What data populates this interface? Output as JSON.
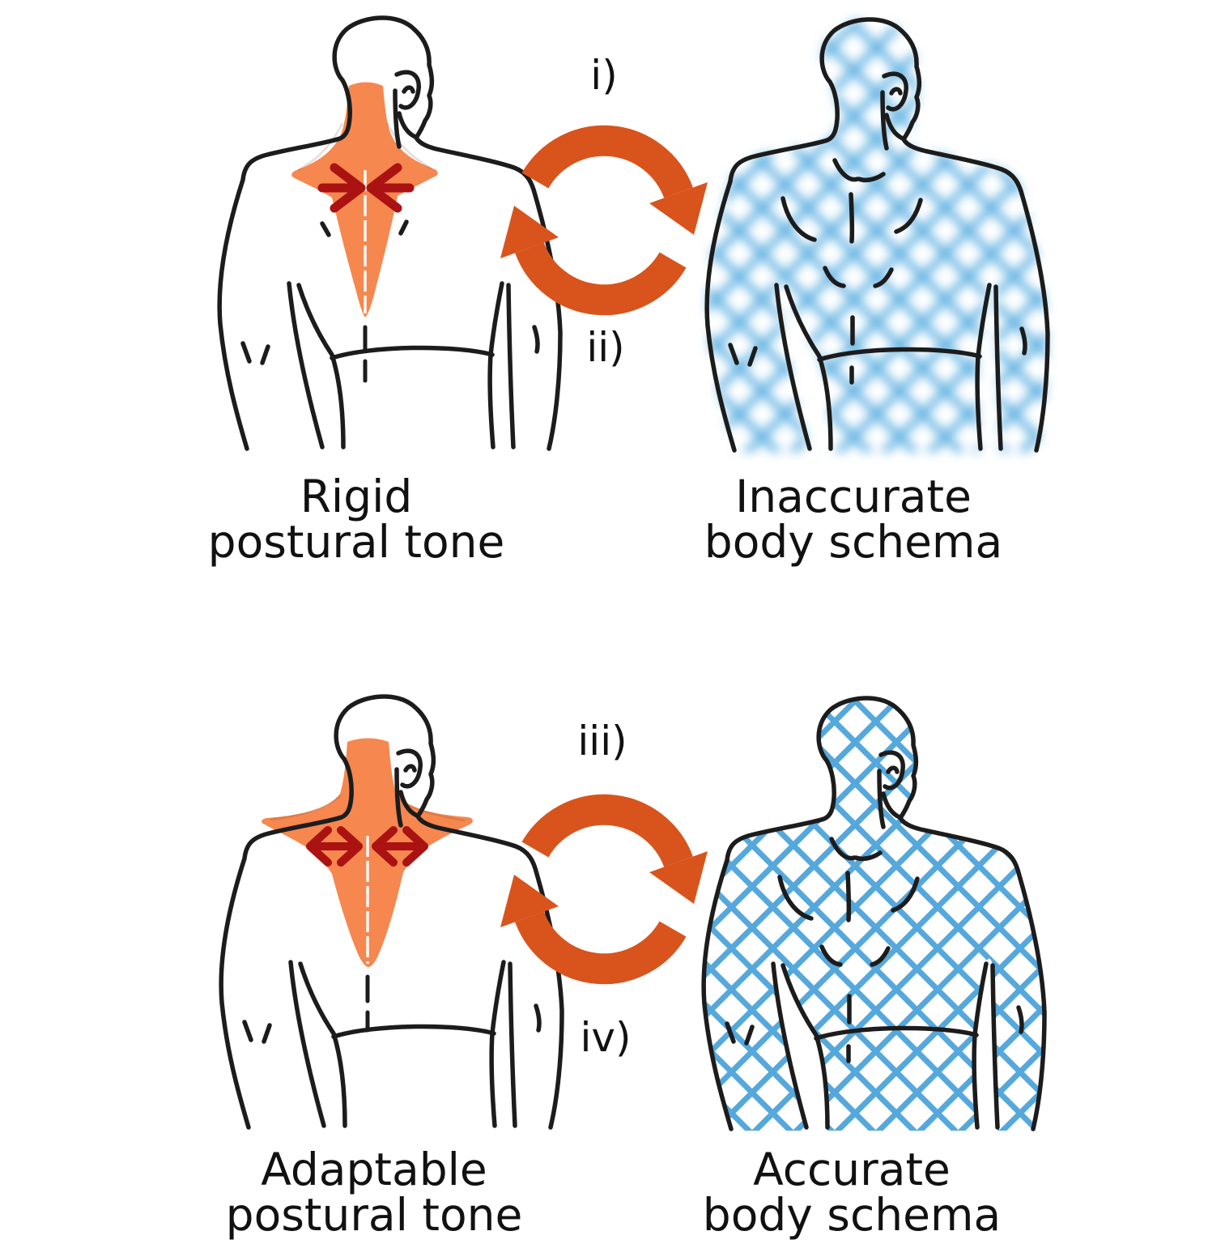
{
  "diagram": {
    "top_row": {
      "cycle_top_label": "i)",
      "cycle_bottom_label": "ii)",
      "left_caption": "Rigid\npostural tone",
      "right_caption": "Inaccurate\nbody schema"
    },
    "bottom_row": {
      "cycle_top_label": "iii)",
      "cycle_bottom_label": "iv)",
      "left_caption": "Adaptable\npostural tone",
      "right_caption": "Accurate\nbody schema"
    },
    "colors": {
      "background": "#ffffff",
      "outline": "#1c1c1c",
      "text": "#111111",
      "muscle_fill": "#f6874f",
      "tension_arrow": "#ab1212",
      "cycle_arrow": "#d8541c",
      "hatch_blue": "#55a8dc",
      "hatch_blue_soft": "#5fb0e2"
    },
    "icons": {
      "cycle_arrows": "circular-cycle-arrows-icon",
      "rigid_tension": "converging-arrows-icon",
      "adaptable_tension": "double-headed-arrows-icon"
    }
  }
}
